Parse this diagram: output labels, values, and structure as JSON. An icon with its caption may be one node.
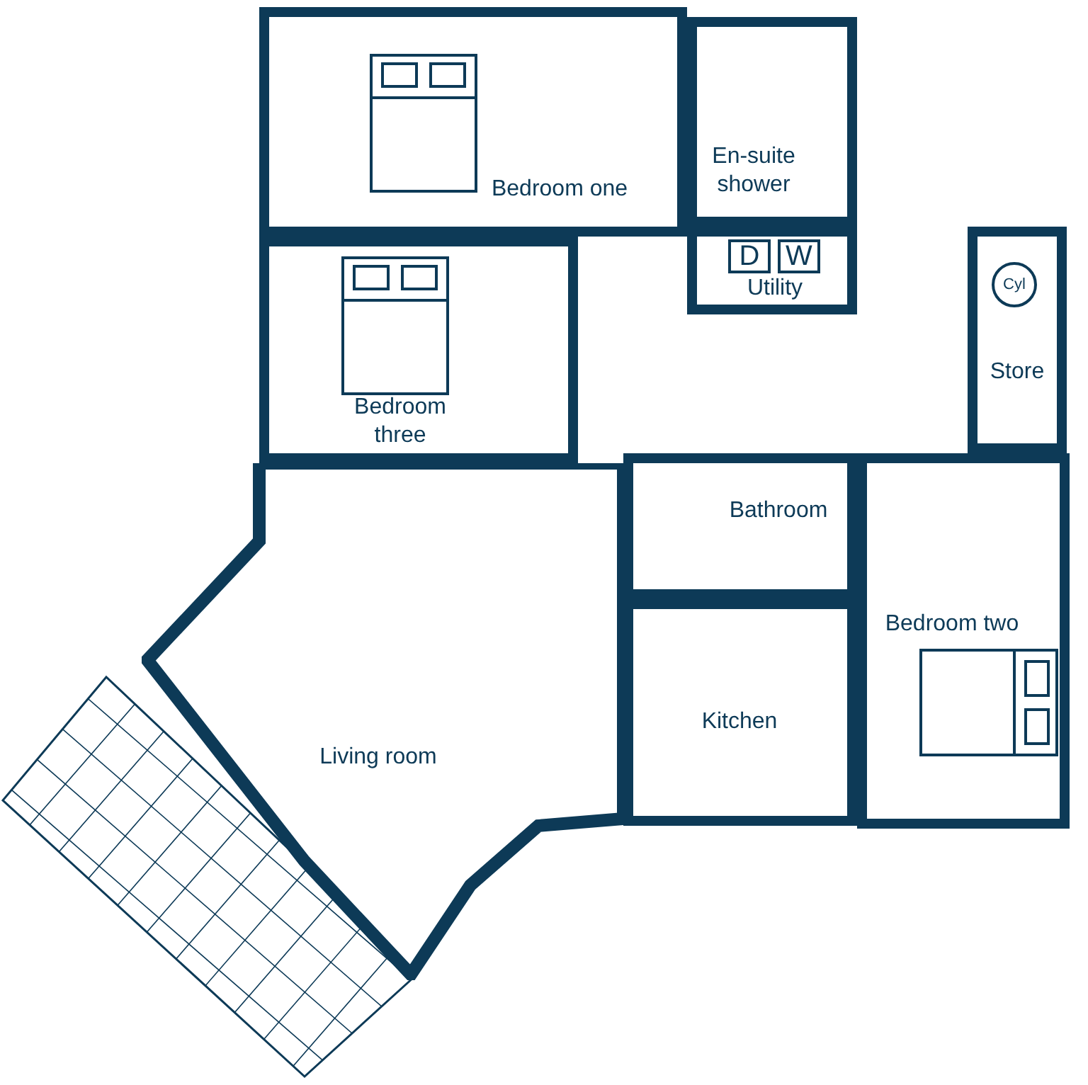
{
  "diagram": {
    "nodes": [
      {
        "text": [
          "Bedroom one"
        ]
      },
      {
        "text": [
          "En-suite shower"
        ]
      },
      {
        "text": [
          "Utility"
        ]
      },
      {
        "text": [
          "D"
        ],
        "in": 2
      },
      {
        "text": [
          "W"
        ],
        "in": 2
      },
      {
        "text": [
          "Store"
        ]
      },
      {
        "text": [
          "Cyl"
        ],
        "in": 5
      },
      {
        "text": [
          "Bedroom three"
        ]
      },
      {
        "text": [
          "Bathroom"
        ]
      },
      {
        "text": [
          "Bedroom two"
        ]
      },
      {
        "text": [
          "Kitchen"
        ]
      },
      {
        "text": [
          "Living room"
        ]
      }
    ]
  }
}
